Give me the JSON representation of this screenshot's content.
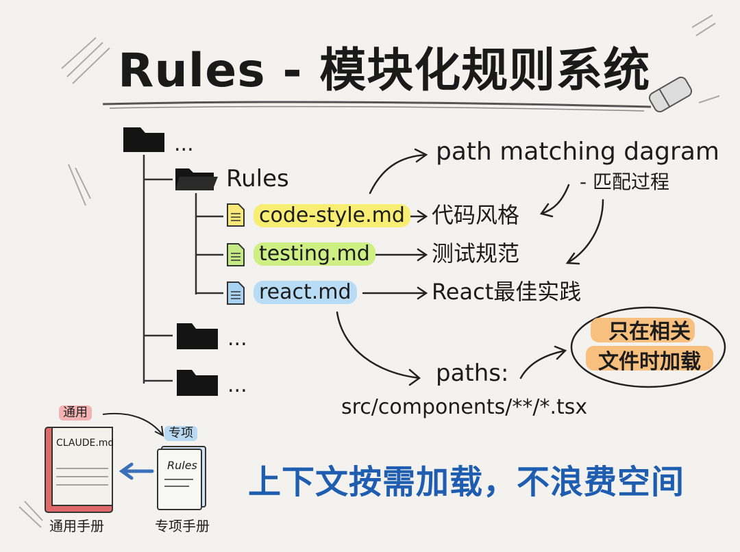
{
  "title": "Rules - 模块化规则系统",
  "tree": {
    "root_label": "...",
    "rules_folder_label": "Rules",
    "files": [
      {
        "name": "code-style.md",
        "description": "代码风格",
        "color": "#f9ee74"
      },
      {
        "name": "testing.md",
        "description": "测试规范",
        "color": "#cdef83"
      },
      {
        "name": "react.md",
        "description": "React最佳实践",
        "color": "#b8dcf6"
      }
    ],
    "other_folders": [
      "...",
      "..."
    ]
  },
  "path_matching": {
    "label": "path matching dagram",
    "sub_label": "- 匹配过程"
  },
  "paths_key": "paths:",
  "paths_value": "src/components/**/*.tsx",
  "badge": {
    "line1": "只在相关",
    "line2": "文件时加载",
    "color": "#f7c07e"
  },
  "books": {
    "general_tag": "通用",
    "general_book_title": "CLAUDE.md",
    "general_caption": "通用手册",
    "special_tag": "专项",
    "special_book_title": "Rules",
    "special_caption": "专项手册"
  },
  "slogan": "上下文按需加载，不浪费空间",
  "colors": {
    "slogan": "#1f5db0",
    "general_tag": "#f3b3b3",
    "special_tag": "#b9d8f2"
  }
}
